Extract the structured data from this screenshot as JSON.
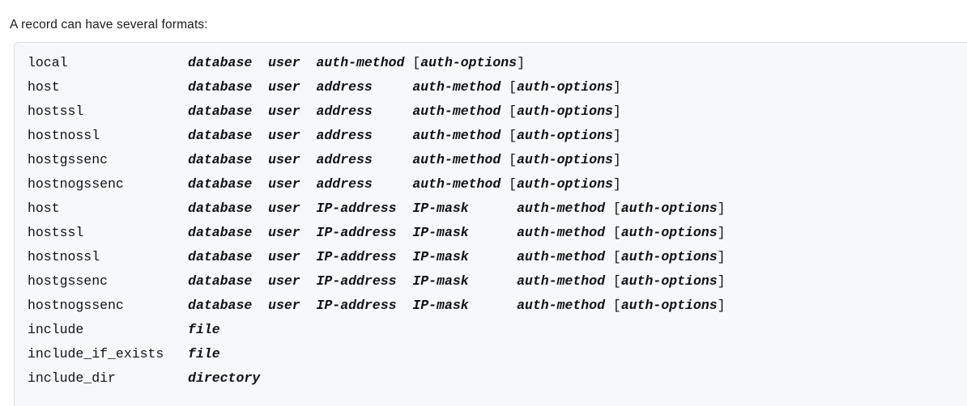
{
  "page": {
    "background_color": "#ffffff",
    "text_color": "#1b1b1b"
  },
  "intro": {
    "text": "A record can have several formats:"
  },
  "codeblock": {
    "background_color": "#f6f8fa",
    "border_color": "#dcdfe3",
    "lines": [
      {
        "keyword": "local",
        "args": [
          "database",
          "user",
          "auth-method"
        ],
        "optional": "auth-options",
        "raw": "local                 database  user  auth-method  [auth-options]"
      },
      {
        "keyword": "host",
        "args": [
          "database",
          "user",
          "address",
          "auth-method"
        ],
        "optional": "auth-options",
        "raw": "host                  database  user  address     auth-method  [auth-options]"
      },
      {
        "keyword": "hostssl",
        "args": [
          "database",
          "user",
          "address",
          "auth-method"
        ],
        "optional": "auth-options",
        "raw": "hostssl               database  user  address     auth-method  [auth-options]"
      },
      {
        "keyword": "hostnossl",
        "args": [
          "database",
          "user",
          "address",
          "auth-method"
        ],
        "optional": "auth-options",
        "raw": "hostnossl             database  user  address     auth-method  [auth-options]"
      },
      {
        "keyword": "hostgssenc",
        "args": [
          "database",
          "user",
          "address",
          "auth-method"
        ],
        "optional": "auth-options",
        "raw": "hostgssenc            database  user  address     auth-method  [auth-options]"
      },
      {
        "keyword": "hostnogssenc",
        "args": [
          "database",
          "user",
          "address",
          "auth-method"
        ],
        "optional": "auth-options",
        "raw": "hostnogssenc          database  user  address     auth-method  [auth-options]"
      },
      {
        "keyword": "host",
        "args": [
          "database",
          "user",
          "IP-address",
          "IP-mask",
          "auth-method"
        ],
        "optional": "auth-options",
        "raw": "host                  database  user  IP-address  IP-mask  auth-method  [auth-options]"
      },
      {
        "keyword": "hostssl",
        "args": [
          "database",
          "user",
          "IP-address",
          "IP-mask",
          "auth-method"
        ],
        "optional": "auth-options",
        "raw": "hostssl               database  user  IP-address  IP-mask  auth-method  [auth-options]"
      },
      {
        "keyword": "hostnossl",
        "args": [
          "database",
          "user",
          "IP-address",
          "IP-mask",
          "auth-method"
        ],
        "optional": "auth-options",
        "raw": "hostnossl             database  user  IP-address  IP-mask  auth-method  [auth-options]"
      },
      {
        "keyword": "hostgssenc",
        "args": [
          "database",
          "user",
          "IP-address",
          "IP-mask",
          "auth-method"
        ],
        "optional": "auth-options",
        "raw": "hostgssenc            database  user  IP-address  IP-mask  auth-method  [auth-options]"
      },
      {
        "keyword": "hostnogssenc",
        "args": [
          "database",
          "user",
          "IP-address",
          "IP-mask",
          "auth-method"
        ],
        "optional": "auth-options",
        "raw": "hostnogssenc          database  user  IP-address  IP-mask  auth-method  [auth-options]"
      },
      {
        "keyword": "include",
        "args": [
          "file"
        ],
        "optional": null,
        "raw": "include               file"
      },
      {
        "keyword": "include_if_exists",
        "args": [
          "file"
        ],
        "optional": null,
        "raw": "include_if_exists     file"
      },
      {
        "keyword": "include_dir",
        "args": [
          "directory"
        ],
        "optional": null,
        "raw": "include_dir           directory"
      }
    ]
  }
}
